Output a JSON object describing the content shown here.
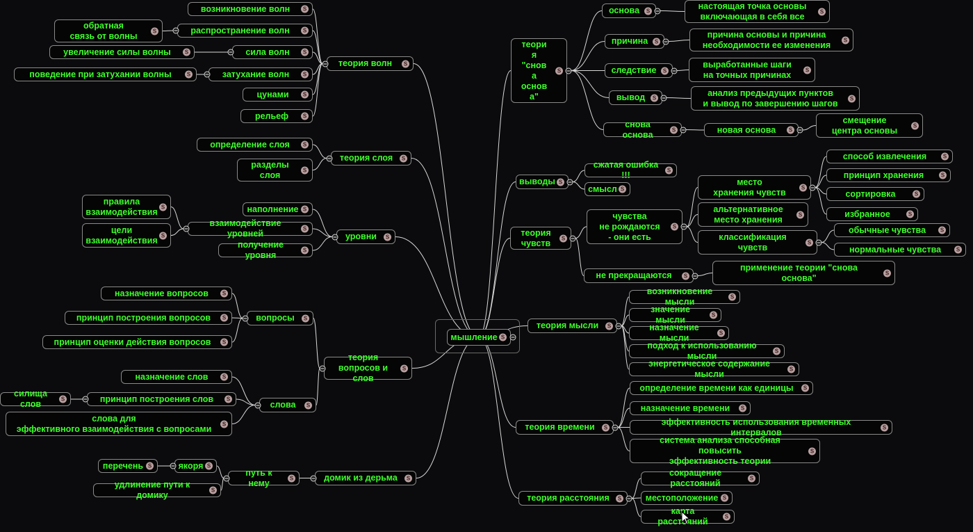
{
  "nodes": [
    {
      "id": "root",
      "label": "мышление"
    },
    {
      "id": "volny",
      "label": "теория волн"
    },
    {
      "id": "v1",
      "label": "возникновение волн"
    },
    {
      "id": "v2",
      "label": "распространение волн"
    },
    {
      "id": "v2a",
      "label": "обратная\nсвязь от волны"
    },
    {
      "id": "v3",
      "label": "сила волн"
    },
    {
      "id": "v3a",
      "label": "увеличение силы волны"
    },
    {
      "id": "v4",
      "label": "затухание волн"
    },
    {
      "id": "v4a",
      "label": "поведение  при затухании волны"
    },
    {
      "id": "v5",
      "label": "цунами"
    },
    {
      "id": "v6",
      "label": "рельеф"
    },
    {
      "id": "sloy",
      "label": "теория слоя"
    },
    {
      "id": "s1",
      "label": "определение слоя"
    },
    {
      "id": "s2",
      "label": "разделы\nслоя"
    },
    {
      "id": "urov",
      "label": "уровни"
    },
    {
      "id": "u1",
      "label": "наполнение"
    },
    {
      "id": "u2",
      "label": "взаимодействие уровней"
    },
    {
      "id": "u2a",
      "label": "правила\nвзаимодействия"
    },
    {
      "id": "u2b",
      "label": "цели\nвзаимодействия"
    },
    {
      "id": "u3",
      "label": "получение уровня"
    },
    {
      "id": "vs",
      "label": "теория\nвопросов и слов"
    },
    {
      "id": "vop",
      "label": "вопросы"
    },
    {
      "id": "q1",
      "label": "назначение вопросов"
    },
    {
      "id": "q2",
      "label": "принцип построения вопросов"
    },
    {
      "id": "q3",
      "label": "принцип оценки действия вопросов"
    },
    {
      "id": "slova",
      "label": "слова"
    },
    {
      "id": "w1",
      "label": "назначение слов"
    },
    {
      "id": "w2",
      "label": "принцип построения слов"
    },
    {
      "id": "w2a",
      "label": "силища слов"
    },
    {
      "id": "w3",
      "label": "слова для\nэффективного взаимодействия с вопросами"
    },
    {
      "id": "dom",
      "label": "домик из дерьма"
    },
    {
      "id": "put",
      "label": "путь к нему"
    },
    {
      "id": "yak",
      "label": "якоря"
    },
    {
      "id": "per",
      "label": "перечень"
    },
    {
      "id": "udl",
      "label": "удлинение пути к домику"
    },
    {
      "id": "sn",
      "label": "теори\nя\n\"снов\nа\nоснов\nа\""
    },
    {
      "id": "sn1",
      "label": "основа"
    },
    {
      "id": "sn1a",
      "label": "настоящая точка основы\nвключающая в себя все"
    },
    {
      "id": "sn2",
      "label": "причина"
    },
    {
      "id": "sn2a",
      "label": "причина основы и причина\nнеобходимости ее изменения"
    },
    {
      "id": "sn3",
      "label": "следствие"
    },
    {
      "id": "sn3a",
      "label": "выработанные шаги\nна точных причинах"
    },
    {
      "id": "sn4",
      "label": "вывод"
    },
    {
      "id": "sn4a",
      "label": "анализ предыдущих пунктов\nи вывод по завершению шагов"
    },
    {
      "id": "sn5",
      "label": "снова основа"
    },
    {
      "id": "sn5a",
      "label": "новая основа"
    },
    {
      "id": "sn5b",
      "label": "смещение\nцентра основы"
    },
    {
      "id": "vyv",
      "label": "выводы"
    },
    {
      "id": "vy1",
      "label": "сжатая ошибка !!!"
    },
    {
      "id": "vy2",
      "label": "смысл"
    },
    {
      "id": "chuv",
      "label": "теория\nчувств"
    },
    {
      "id": "ch1",
      "label": "чувства\nне рождаются\n - они есть"
    },
    {
      "id": "ch1a",
      "label": "место\nхранения чувств"
    },
    {
      "id": "c1",
      "label": "способ извлечения"
    },
    {
      "id": "c2",
      "label": "принцип хранения"
    },
    {
      "id": "c3",
      "label": "сортировка"
    },
    {
      "id": "c4",
      "label": "избранное"
    },
    {
      "id": "ch1b",
      "label": "альтернативное\nместо хранения"
    },
    {
      "id": "ch1c",
      "label": "классификация\nчувств"
    },
    {
      "id": "k1",
      "label": "обычные чувства"
    },
    {
      "id": "k2",
      "label": "нормальные чувства"
    },
    {
      "id": "ch2",
      "label": "не прекращаются"
    },
    {
      "id": "ch2a",
      "label": "применение теории \"снова\nоснова\""
    },
    {
      "id": "mysl",
      "label": "теория мысли"
    },
    {
      "id": "m1",
      "label": "возникновение мысли"
    },
    {
      "id": "m2",
      "label": "значение мысли"
    },
    {
      "id": "m3",
      "label": "назначение мысли"
    },
    {
      "id": "m4",
      "label": "подход к использованию мысли"
    },
    {
      "id": "m5",
      "label": "энергетическое содержание мысли"
    },
    {
      "id": "vrem",
      "label": "теория времени"
    },
    {
      "id": "t1",
      "label": "определение времени как единицы"
    },
    {
      "id": "t2",
      "label": "назначение времени"
    },
    {
      "id": "t3",
      "label": "эффективность использования временных интервалов"
    },
    {
      "id": "t4",
      "label": "система анализа способная повысить\nэффективность теории"
    },
    {
      "id": "rast",
      "label": "теория расстояния"
    },
    {
      "id": "r1",
      "label": "сокращение расстояний"
    },
    {
      "id": "r2",
      "label": "местоположение"
    },
    {
      "id": "r3",
      "label": "карта расстояний"
    }
  ],
  "badge": "S",
  "colors": {
    "background": "#0b0b0d",
    "text": "#3dff2b",
    "border": "#8a8a8a",
    "link": "#d9d9d9"
  }
}
